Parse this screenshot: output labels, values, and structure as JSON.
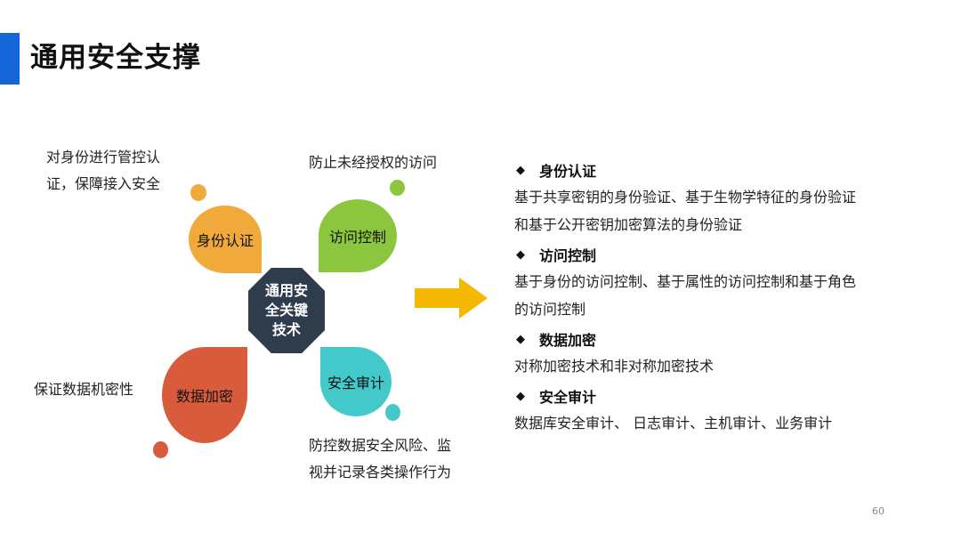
{
  "slide": {
    "title": "通用安全支撑",
    "page_number": "60"
  },
  "diagram": {
    "center": [
      "通用安",
      "全关键",
      "技术"
    ],
    "petals": {
      "auth": "身份认证",
      "access": "访问控制",
      "crypto": "数据加密",
      "audit": "安全审计"
    },
    "notes": {
      "auth": [
        "对身份进行管控认",
        "证，保障接入安全"
      ],
      "access": [
        "防止未经授权的访问"
      ],
      "crypto": [
        "保证数据机密性"
      ],
      "audit": [
        "防控数据安全风险、监",
        "视并记录各类操作行为"
      ]
    },
    "colors": {
      "auth": "#f0a93a",
      "access": "#8cc63f",
      "crypto": "#d85c3c",
      "audit": "#43c9c9",
      "center": "#2f3c4c",
      "arrow": "#f5b800"
    }
  },
  "details": [
    {
      "bullet": "◆",
      "heading": "身份认证",
      "lines": [
        "基于共享密钥的身份验证、基于生物学特征的身份验证",
        "和基于公开密钥加密算法的身份验证"
      ]
    },
    {
      "bullet": "◆",
      "heading": "访问控制",
      "lines": [
        "基于身份的访问控制、基于属性的访问控制和基于角色",
        "的访问控制"
      ]
    },
    {
      "bullet": "◆",
      "heading": "数据加密",
      "lines": [
        "对称加密技术和非对称加密技术"
      ]
    },
    {
      "bullet": "◆",
      "heading": "安全审计",
      "lines": [
        "数据库安全审计、 日志审计、主机审计、业务审计"
      ]
    }
  ]
}
